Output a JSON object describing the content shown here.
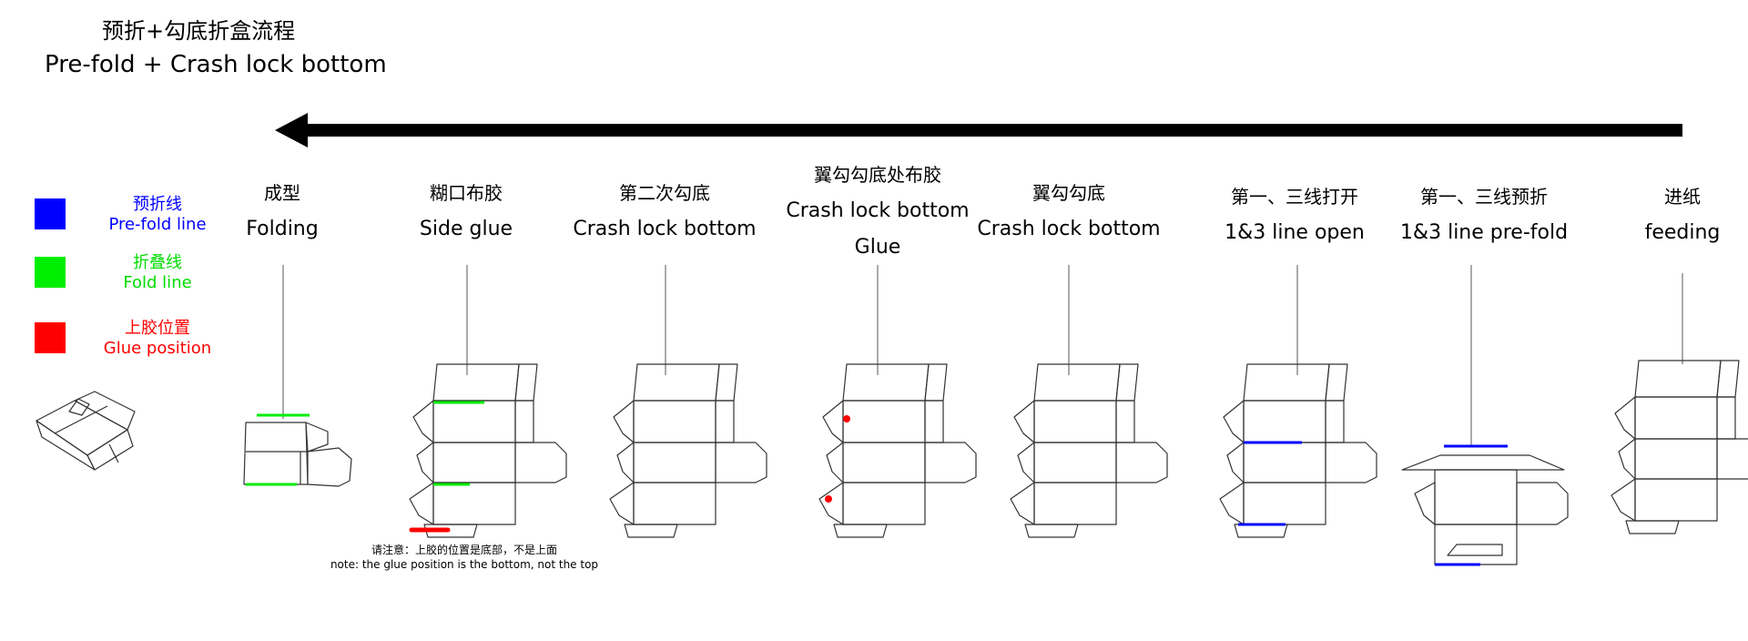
{
  "title": {
    "cn": "预折+勾底折盒流程",
    "en": "Pre-fold + Crash lock bottom"
  },
  "legend": [
    {
      "cn": "预折线",
      "en": "Pre-fold line",
      "color": "#0000ff"
    },
    {
      "cn": "折叠线",
      "en": "Fold line",
      "color": "#00ee00"
    },
    {
      "cn": "上胶位置",
      "en": "Glue position",
      "color": "#ff0000"
    }
  ],
  "steps": [
    {
      "cn": "成型",
      "en": "Folding"
    },
    {
      "cn": "糊口布胶",
      "en": "Side glue"
    },
    {
      "cn": "第二次勾底",
      "en": "Crash lock bottom"
    },
    {
      "cn": "翼勾勾底处布胶",
      "en": "Crash lock bottom",
      "en2": "Glue"
    },
    {
      "cn": "翼勾勾底",
      "en": "Crash lock bottom"
    },
    {
      "cn": "第一、三线打开",
      "en": "1&3 line open"
    },
    {
      "cn": "第一、三线预折",
      "en": "1&3 line pre-fold"
    },
    {
      "cn": "进纸",
      "en": "feeding"
    }
  ],
  "note": {
    "cn": "请注意：上胶的位置是底部，不是上面",
    "en": "note: the glue position is the bottom, not the top"
  },
  "colors": {
    "prefold": "#0000ff",
    "fold": "#00ee00",
    "glue": "#ff0000",
    "arrow": "#000000",
    "outline": "#333333"
  }
}
